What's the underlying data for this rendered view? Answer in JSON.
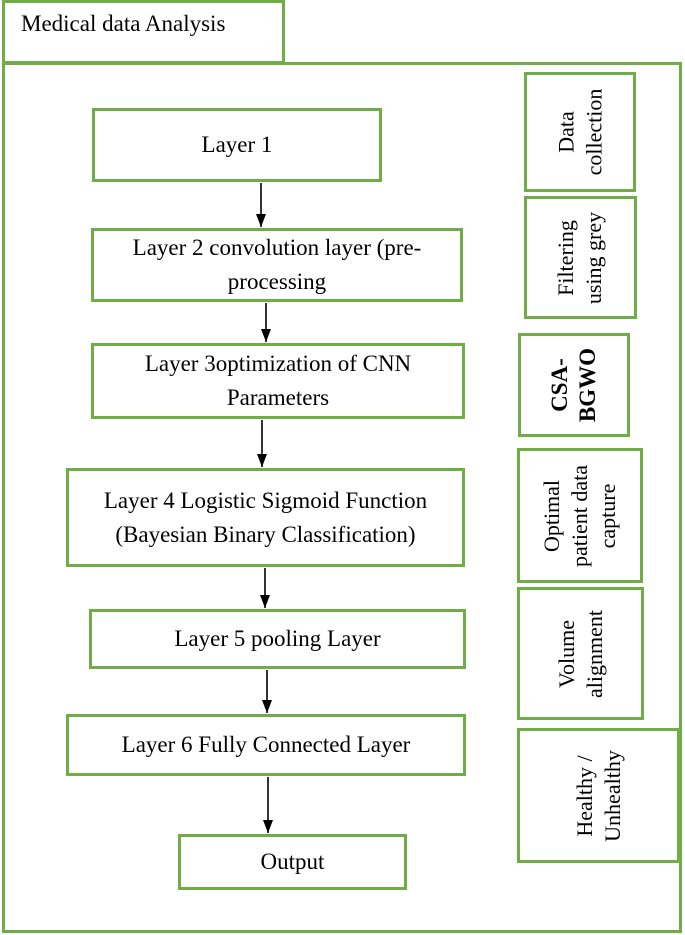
{
  "title": "Medical data Analysis",
  "layers": [
    {
      "line1": "Layer 1",
      "line2": ""
    },
    {
      "line1": "Layer 2 convolution layer (pre-",
      "line2": "processing"
    },
    {
      "line1": "Layer 3optimization of CNN",
      "line2": "Parameters"
    },
    {
      "line1": "Layer 4 Logistic Sigmoid Function",
      "line2": "(Bayesian Binary Classification)"
    },
    {
      "line1": "Layer 5 pooling Layer",
      "line2": ""
    },
    {
      "line1": "Layer 6 Fully Connected Layer",
      "line2": ""
    },
    {
      "line1": "Output",
      "line2": ""
    }
  ],
  "side_labels": [
    {
      "line1": "Data",
      "line2": "collection"
    },
    {
      "line1": "Filtering",
      "line2": "using grey"
    },
    {
      "line1": "CSA-",
      "line2": "BGWO"
    },
    {
      "line1": "Optimal",
      "line2": "patient data",
      "line3": "capture"
    },
    {
      "line1": "Volume",
      "line2": "alignment"
    },
    {
      "line1": "Healthy /",
      "line2": "Unhealthy"
    }
  ],
  "colors": {
    "border": "#70ad47",
    "arrow": "#000000"
  }
}
